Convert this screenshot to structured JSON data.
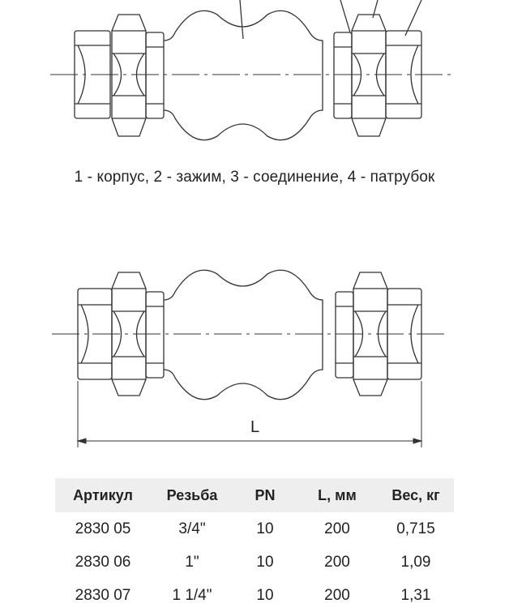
{
  "caption": "1 - корпус, 2 - зажим, 3 - соединение, 4 - патрубок",
  "dimension_label": "L",
  "table": {
    "headers": [
      "Артикул",
      "Резьба",
      "PN",
      "L, мм",
      "Вес, кг"
    ],
    "rows": [
      [
        "2830 05",
        "3/4\"",
        "10",
        "200",
        "0,715"
      ],
      [
        "2830 06",
        "1\"",
        "10",
        "200",
        "1,09"
      ],
      [
        "2830 07",
        "1 1/4\"",
        "10",
        "200",
        "1,31"
      ]
    ]
  }
}
